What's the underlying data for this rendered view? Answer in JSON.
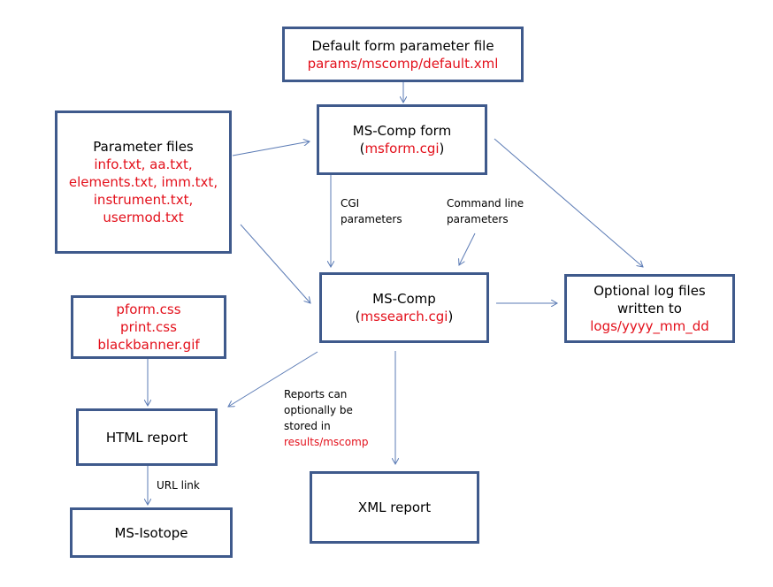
{
  "nodes": {
    "default_params": {
      "title": "Default form parameter file",
      "path": "params/mscomp/default.xml"
    },
    "form": {
      "title": "MS-Comp form",
      "open": "(",
      "path": "msform.cgi",
      "close": ")"
    },
    "param_files": {
      "title": "Parameter files",
      "lines": [
        "info.txt, aa.txt,",
        "elements.txt, imm.txt,",
        "instrument.txt,",
        "usermod.txt"
      ]
    },
    "mscomp": {
      "title": "MS-Comp",
      "open": "(",
      "path": "mssearch.cgi",
      "close": ")"
    },
    "logs": {
      "title1": "Optional log files",
      "title2": "written to",
      "path": "logs/yyyy_mm_dd"
    },
    "css": {
      "lines": [
        "pform.css",
        "print.css",
        "blackbanner.gif"
      ]
    },
    "html_report": {
      "title": "HTML report"
    },
    "ms_isotope": {
      "title": "MS-Isotope"
    },
    "xml_report": {
      "title": "XML report"
    }
  },
  "labels": {
    "cgi": [
      "CGI",
      "parameters"
    ],
    "cmdline": [
      "Command line",
      "parameters"
    ],
    "reports": [
      "Reports can",
      "optionally be",
      "stored in"
    ],
    "reports_path": "results/mscomp",
    "url_link": "URL link"
  },
  "colors": {
    "border": "#3f5a8c",
    "arrow": "#5b7bb5",
    "highlight": "#e3101b"
  }
}
